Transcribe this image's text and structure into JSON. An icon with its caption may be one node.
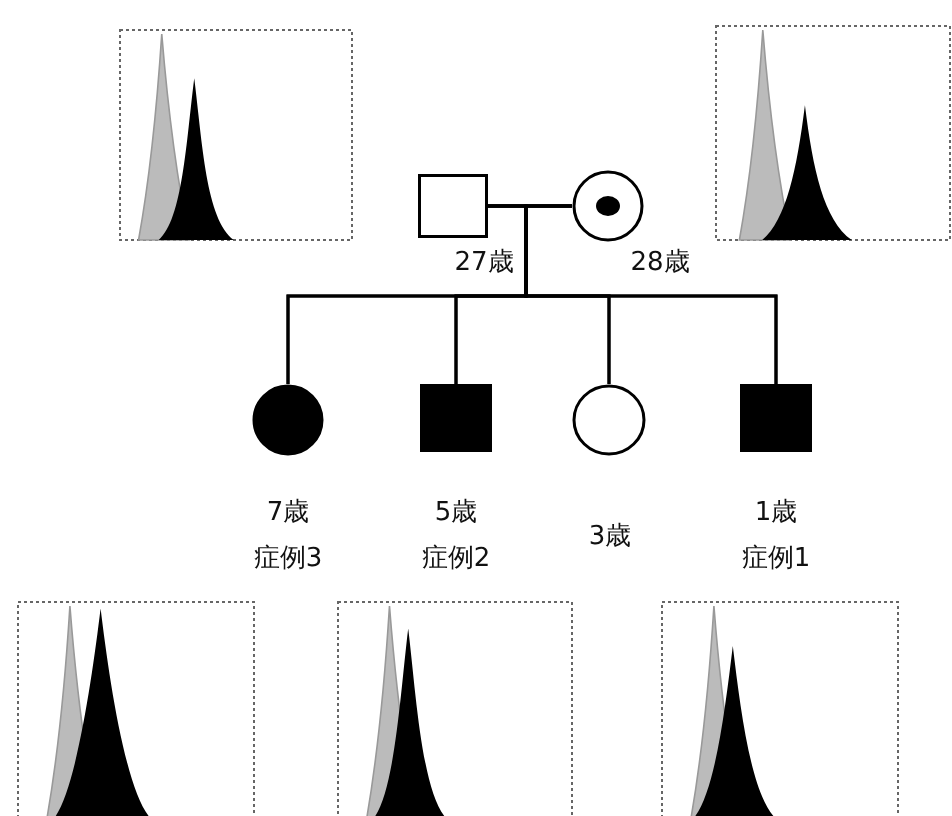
{
  "diagram": {
    "nodes": [
      {
        "text": [],
        "shape": "box",
        "beside": [
          "27歳"
        ]
      },
      {
        "text": [],
        "shape": "circle",
        "beside": [
          "28歳"
        ]
      },
      {
        "text": [],
        "shape": "circle",
        "beside": [
          "7歳",
          "症例3"
        ]
      },
      {
        "text": [],
        "shape": "box",
        "beside": [
          "5歳",
          "症例2"
        ]
      },
      {
        "text": [],
        "shape": "circle",
        "beside": [
          "3歳"
        ]
      },
      {
        "text": [],
        "shape": "box",
        "beside": [
          "1歳",
          "症例1"
        ]
      }
    ],
    "edges": [
      {
        "from": 0,
        "to": 1,
        "arrow": "none"
      },
      {
        "from": 0,
        "to": 2,
        "arrow": "none"
      },
      {
        "from": 1,
        "to": 2,
        "arrow": "none"
      },
      {
        "from": 0,
        "to": 3,
        "arrow": "none"
      },
      {
        "from": 1,
        "to": 3,
        "arrow": "none"
      },
      {
        "from": 0,
        "to": 4,
        "arrow": "none"
      },
      {
        "from": 1,
        "to": 4,
        "arrow": "none"
      },
      {
        "from": 0,
        "to": 5,
        "arrow": "none"
      },
      {
        "from": 1,
        "to": 5,
        "arrow": "none"
      }
    ]
  }
}
